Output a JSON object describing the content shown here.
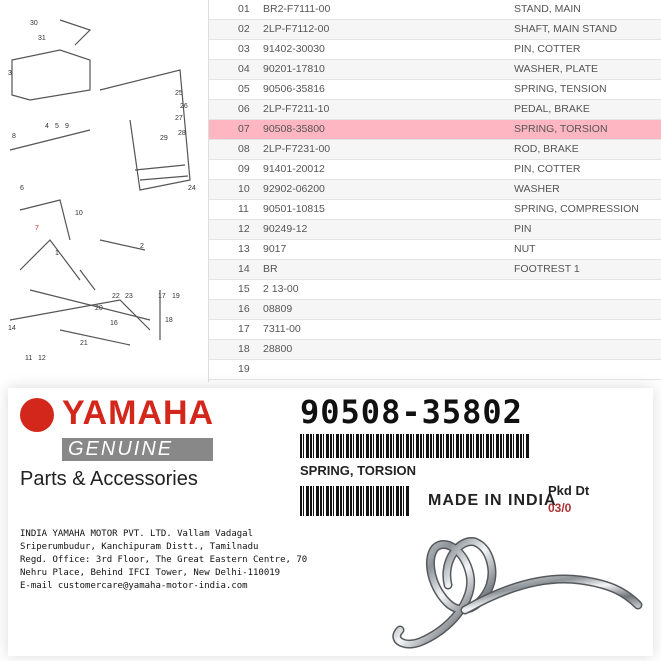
{
  "parts_table": {
    "rows": [
      {
        "no": "01",
        "part": "BR2-F7111-00",
        "desc": "STAND, MAIN"
      },
      {
        "no": "02",
        "part": "2LP-F7112-00",
        "desc": "SHAFT, MAIN STAND"
      },
      {
        "no": "03",
        "part": "91402-30030",
        "desc": "PIN, COTTER"
      },
      {
        "no": "04",
        "part": "90201-17810",
        "desc": "WASHER, PLATE"
      },
      {
        "no": "05",
        "part": "90506-35816",
        "desc": "SPRING, TENSION"
      },
      {
        "no": "06",
        "part": "2LP-F7211-10",
        "desc": "PEDAL, BRAKE"
      },
      {
        "no": "07",
        "part": "90508-35800",
        "desc": "SPRING, TORSION",
        "highlighted": true
      },
      {
        "no": "08",
        "part": "2LP-F7231-00",
        "desc": "ROD, BRAKE"
      },
      {
        "no": "09",
        "part": "91401-20012",
        "desc": "PIN, COTTER"
      },
      {
        "no": "10",
        "part": "92902-06200",
        "desc": "WASHER"
      },
      {
        "no": "11",
        "part": "90501-10815",
        "desc": "SPRING, COMPRESSION"
      },
      {
        "no": "12",
        "part": "90249-12",
        "desc": "PIN"
      },
      {
        "no": "13",
        "part": "9017",
        "desc": "NUT"
      },
      {
        "no": "14",
        "part": "BR",
        "desc": "FOOTREST 1"
      },
      {
        "no": "15",
        "part": "2  13-00",
        "desc": ""
      },
      {
        "no": "16",
        "part": "08809",
        "desc": ""
      },
      {
        "no": "17",
        "part": "7311-00",
        "desc": ""
      },
      {
        "no": "18",
        "part": "28800",
        "desc": ""
      },
      {
        "no": "19",
        "part": "",
        "desc": ""
      }
    ],
    "highlight_color": "#fdb6c2"
  },
  "diagram": {
    "callouts": [
      "30",
      "31",
      "3",
      "8",
      "4",
      "5",
      "9",
      "6",
      "10",
      "7",
      "2",
      "1",
      "14",
      "22",
      "23",
      "20",
      "21",
      "17",
      "18",
      "19",
      "16",
      "11",
      "12",
      "24",
      "25",
      "26",
      "27",
      "28",
      "29"
    ]
  },
  "label": {
    "brand": "YAMAHA",
    "genuine": "GENUINE",
    "tagline": "Parts & Accessories",
    "part_number": "90508-35802",
    "description": "SPRING, TORSION",
    "packed_label": "Pkd Dt",
    "packed_date": "03/0",
    "made_in": "MADE IN INDIA",
    "address": "INDIA YAMAHA MOTOR PVT. LTD. Vallam Vadagal\nSriperumbudur, Kanchipuram Distt., Tamilnadu\nRegd. Office: 3rd Floor, The Great Eastern Centre, 70\nNehru Place, Behind IFCI Tower, New Delhi-110019\nE-mail customercare@yamaha-motor-india.com",
    "brand_color": "#d4271b"
  }
}
